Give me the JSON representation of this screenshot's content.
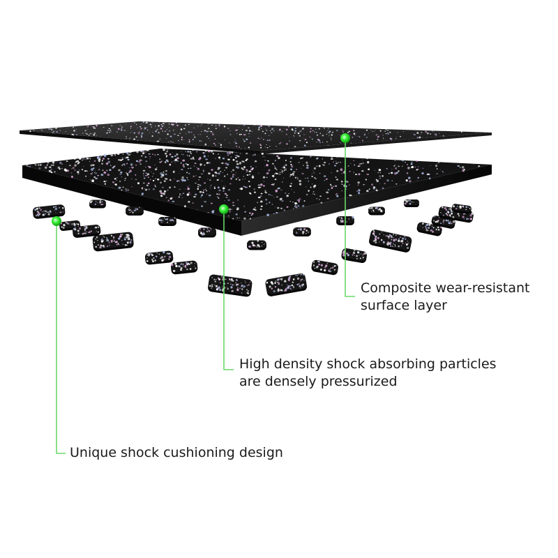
{
  "callouts": {
    "surface_layer": {
      "lines": [
        "Composite wear-resistant",
        "surface layer"
      ],
      "marker_color": "#2ee82e"
    },
    "shock_particles": {
      "lines": [
        "High density shock absorbing particles",
        "are densely pressurized"
      ],
      "marker_color": "#2ee82e"
    },
    "cushioning_design": {
      "lines": [
        "Unique shock cushioning design"
      ],
      "marker_color": "#2ee82e"
    }
  },
  "colors": {
    "leader_line": "#6ad86a",
    "marker": "#2ee82e",
    "mat_top": "#1c1c1c",
    "mat_edge": "#0a0a0a",
    "speckle_white": "#f2f2f2",
    "speckle_pink": "#d9a6d6",
    "speckle_blue": "#a9b8e0"
  }
}
